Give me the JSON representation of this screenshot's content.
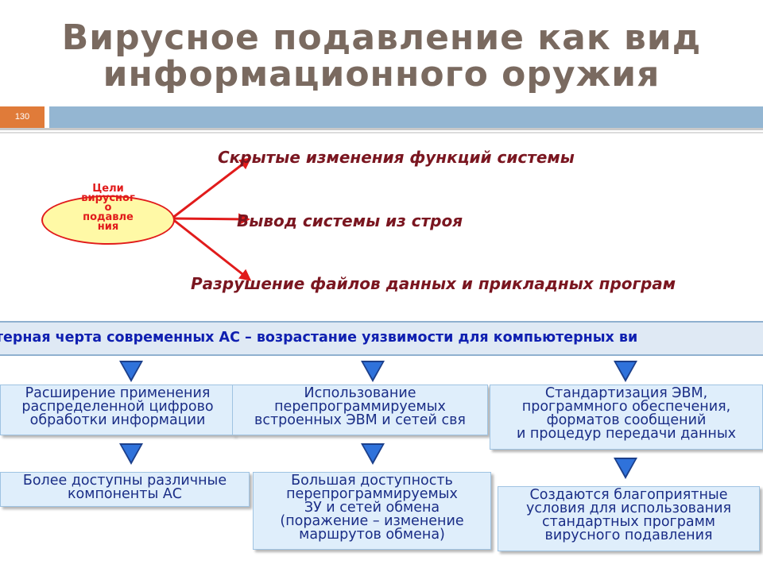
{
  "title": {
    "line1": "Вирусное подавление как вид",
    "line2": "информационного оружия"
  },
  "slide_number": "130",
  "hub": {
    "label": "Цели\nвирусног\nо\nподавле\nния"
  },
  "goals": [
    "Скрытые изменения функций системы",
    "Вывод системы из строя",
    "Разрушение файлов данных и прикладных програм"
  ],
  "banner": "ктерная черта современных АС – возрастание уязвимости для компьютерных ви",
  "boxes_row1": [
    "Расширение применения\nраспределенной цифрово\nобработки информации",
    "Использование\nперепрограммируемых\nвстроенных ЭВМ и сетей свя",
    "Стандартизация ЭВМ,\nпрограммного обеспечения,\nформатов сообщений\nи процедур передачи данных"
  ],
  "boxes_row2": [
    "Более доступны различные\nкомпоненты АС",
    "Большая доступность\nперепрограммируемых\nЗУ и сетей обмена\n(поражение – изменение\nмаршрутов обмена)",
    "Создаются благоприятные\nусловия для использования\nстандартных программ\nвирусного подавления"
  ],
  "colors": {
    "title": "#7a6a60",
    "accent_orange": "#e07b39",
    "header_bar": "#94b6d2",
    "goal_text": "#7a1620",
    "hub_border": "#e11b1b",
    "hub_fill": "#fff9a6",
    "banner_text": "#0f1fb0",
    "box_fill": "#dfeefb",
    "box_text": "#1a2d86",
    "arrow": "#2f72db"
  },
  "icons": [
    "red-arrow",
    "blue-down-arrow"
  ]
}
